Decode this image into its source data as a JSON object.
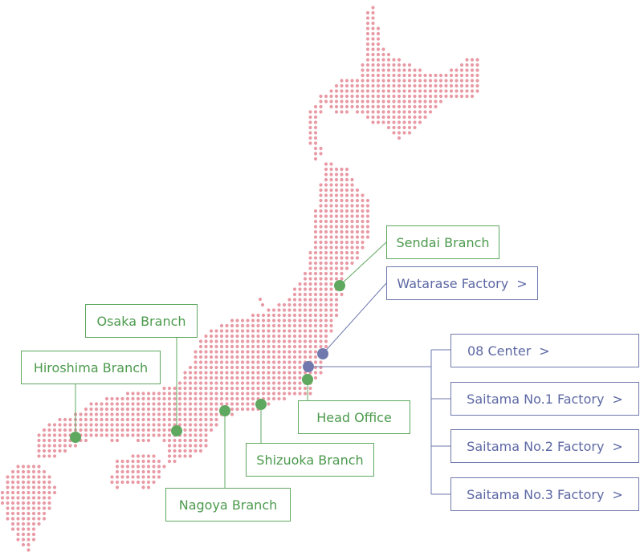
{
  "colors": {
    "dot": "#e89aa5",
    "branch": "#5fa860",
    "factory": "#6f79ad"
  },
  "labels": {
    "sendai": "Sendai Branch",
    "watarase": "Watarase Factory",
    "osaka": "Osaka Branch",
    "hiroshima": "Hiroshima Branch",
    "center08": "08 Center",
    "saitama1": "Saitama No.1 Factory",
    "saitama2": "Saitama No.2 Factory",
    "saitama3": "Saitama No.3 Factory",
    "head_office": "Head Office",
    "shizuoka": "Shizuoka Branch",
    "nagoya": "Nagoya Branch"
  },
  "arrow": ">"
}
